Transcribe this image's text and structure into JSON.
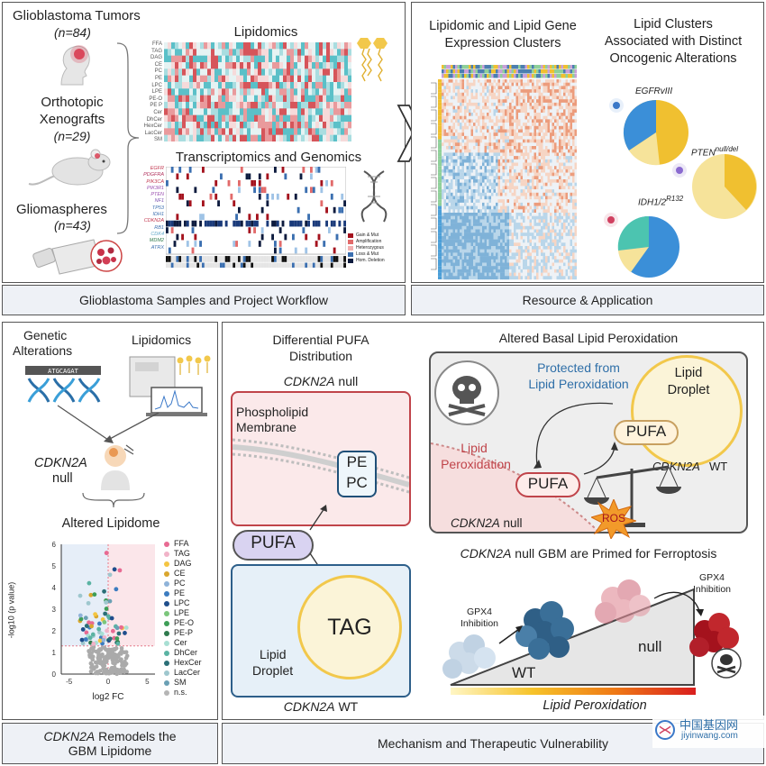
{
  "top_left": {
    "samples": [
      {
        "title": "Glioblastoma Tumors",
        "n": "(n=84)"
      },
      {
        "title_line1": "Orthotopic",
        "title_line2": "Xenografts",
        "n": "(n=29)"
      },
      {
        "title": "Gliomaspheres",
        "n": "(n=43)"
      }
    ],
    "lipidomics_title": "Lipidomics",
    "lipid_classes": [
      "FFA",
      "TAG",
      "DAG",
      "CE",
      "PC",
      "PE",
      "LPC",
      "LPE",
      "PE-O",
      "PE P",
      "Cer",
      "DhCer",
      "HexCer",
      "LacCer",
      "SM"
    ],
    "transcriptomics_title": "Transcriptomics and Genomics",
    "genes": [
      "EGFR",
      "PDGFRA",
      "PIK3CA",
      "PIK3R1",
      "PTEN",
      "NF1",
      "TP53",
      "IDH1",
      "CDKN2A",
      "RB1",
      "CDK4",
      "MDM2",
      "ATRX"
    ],
    "alteration_legend": [
      "Gain & Mut",
      "Amplification",
      "Heterozygous",
      "Loss & Mut",
      "Hom. Deletion"
    ],
    "footer": "Glioblastoma Samples and Project Workflow"
  },
  "top_right": {
    "clusters_title_line1": "Lipidomic and Lipid Gene",
    "clusters_title_line2": "Expression Clusters",
    "assoc_title_line1": "Lipid Clusters",
    "assoc_title_line2": "Associated with Distinct",
    "assoc_title_line3": "Oncogenic Alterations",
    "pie_labels": {
      "egfr": "EGFRvIII",
      "pten": "PTEN",
      "pten_sup": "null/del",
      "idh": "IDH1/2",
      "idh_sup": "R132"
    },
    "footer": "Resource & Application"
  },
  "bottom_left": {
    "genetic_line1": "Genetic",
    "genetic_line2": "Alterations",
    "lipidomics": "Lipidomics",
    "cdkn2a": "CDKN2A",
    "null": "null",
    "altered_lipidome": "Altered Lipidome",
    "y_axis": "-log10 (p value)",
    "x_axis": "log2 FC",
    "y_ticks": [
      "6",
      "5",
      "4",
      "3",
      "2",
      "1",
      "0"
    ],
    "x_ticks": [
      "-5",
      "0",
      "5"
    ],
    "legend": [
      "FFA",
      "TAG",
      "DAG",
      "CE",
      "PC",
      "PE",
      "LPC",
      "LPE",
      "PE-O",
      "PE-P",
      "Cer",
      "DhCer",
      "HexCer",
      "LacCer",
      "SM",
      "n.s."
    ],
    "legend_colors": [
      "#e86a92",
      "#f1b3c8",
      "#f4c542",
      "#d9a62e",
      "#8fb3d9",
      "#3c7cc0",
      "#1f4e8c",
      "#7bc67b",
      "#3e9e57",
      "#2f7a4d",
      "#a8dfd3",
      "#5ab3a3",
      "#2b6f77",
      "#9ec7ce",
      "#6aa0b4",
      "#b5b5b5"
    ],
    "footer_line1_italic": "CDKN2A",
    "footer_line1_rest": " Remodels the",
    "footer_line2": "GBM Lipidome"
  },
  "bottom_mid": {
    "title_line1": "Differential PUFA",
    "title_line2": "Distribution",
    "cdkn2a_null_italic": "CDKN2A",
    "cdkn2a_null_rest": " null",
    "phospholipid_line1": "Phospholipid",
    "phospholipid_line2": "Membrane",
    "pe": "PE",
    "pc": "PC",
    "pufa": "PUFA",
    "tag": "TAG",
    "lipid_droplet_line1": "Lipid",
    "lipid_droplet_line2": "Droplet",
    "cdkn2a_wt_italic": "CDKN2A",
    "cdkn2a_wt_rest": " WT"
  },
  "bottom_right": {
    "title": "Altered Basal Lipid Peroxidation",
    "protected_line1": "Protected from",
    "protected_line2": "Lipid Peroxidation",
    "lipid_droplet_line1": "Lipid",
    "lipid_droplet_line2": "Droplet",
    "pufa": "PUFA",
    "lipid_perox_line1": "Lipid",
    "lipid_perox_line2": "Peroxidation",
    "cdkn2a_wt_italic": "CDKN2A",
    "cdkn2a_wt_rest": " WT",
    "cdkn2a_null_italic": "CDKN2A",
    "cdkn2a_null_rest": " null",
    "ros": "ROS",
    "primed_italic": "CDKN2A",
    "primed_rest": " null GBM are Primed for Ferroptosis",
    "gpx4_line1": "GPX4",
    "gpx4_line2": "Inhibition",
    "null": "null",
    "wt": "WT",
    "lipid_peroxidation_bar": "Lipid Peroxidation",
    "footer": "Mechanism and Therapeutic Vulnerability"
  },
  "watermark": {
    "cn": "中国基因网",
    "url": "jiyinwang.com"
  }
}
